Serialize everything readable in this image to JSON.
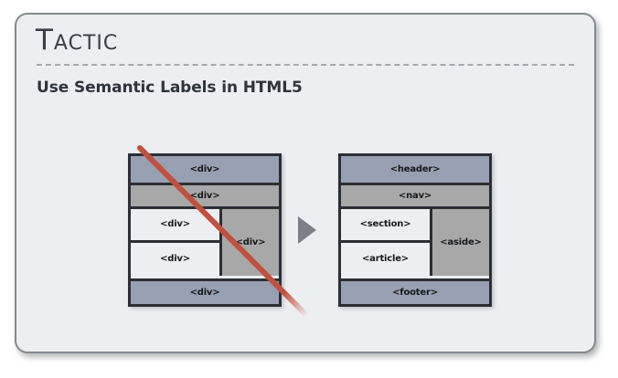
{
  "slide": {
    "title": "Tactic",
    "subtitle": "Use Semantic Labels in HTML5"
  },
  "colors": {
    "card_background": "#eceef1",
    "card_border": "#868a8f",
    "title_text": "#3a3f46",
    "subtitle_text": "#2f343b",
    "band_header": "#97a0b2",
    "band_nav": "#a8a8a8",
    "cell_light": "#eceef1",
    "block_border": "#2b2e33",
    "strike_red": "#c0503f",
    "arrow_gray": "#7c7f85"
  },
  "diagrams": {
    "before": {
      "caption": "non-semantic-div-layout",
      "struck_out": true,
      "header": "<div>",
      "nav": "<div>",
      "section": "<div>",
      "article": "<div>",
      "aside": "<div>",
      "footer": "<div>"
    },
    "after": {
      "caption": "semantic-html5-layout",
      "struck_out": false,
      "header": "<header>",
      "nav": "<nav>",
      "section": "<section>",
      "article": "<article>",
      "aside": "<aside>",
      "footer": "<footer>"
    }
  }
}
